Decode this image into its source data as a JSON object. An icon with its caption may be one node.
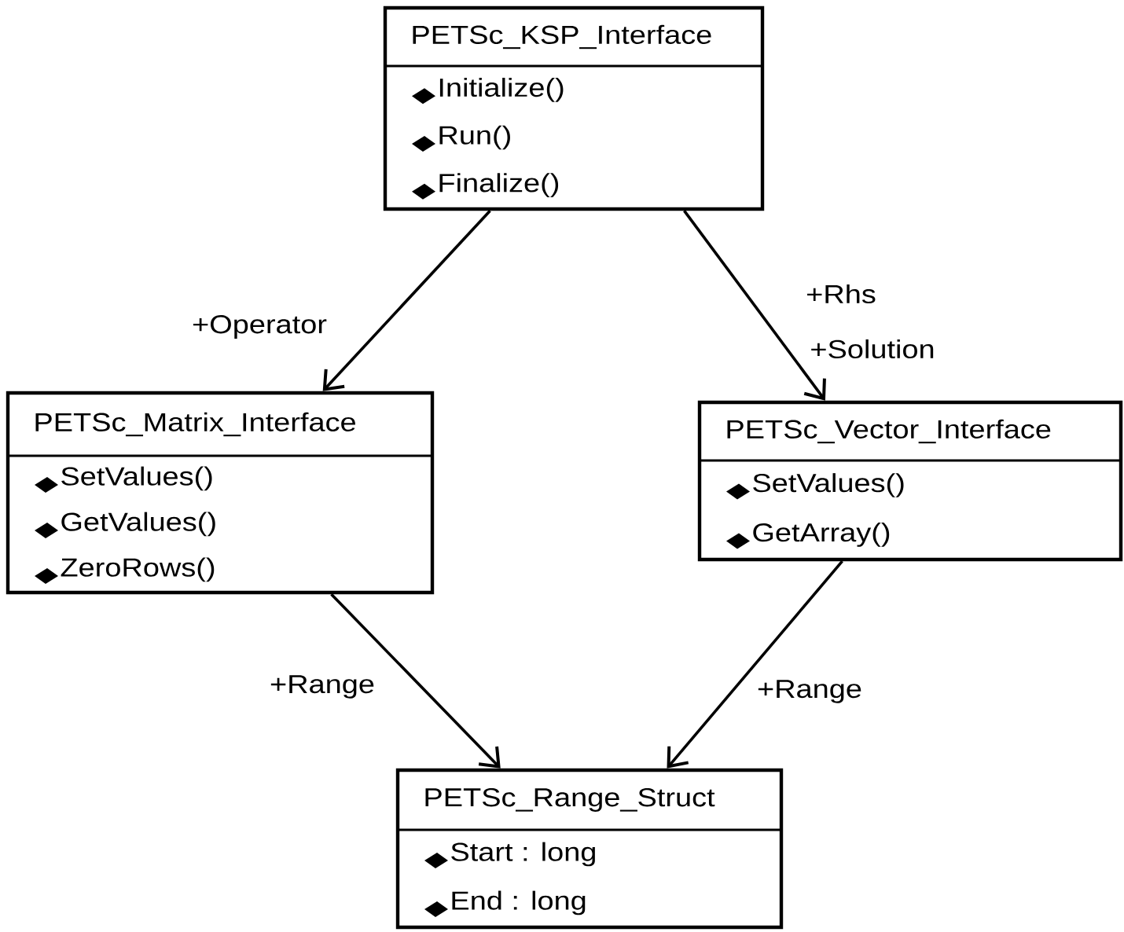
{
  "diagram": {
    "nodes": [
      {
        "text": [
          "PETSc_KSP_Interface",
          "Initialize()",
          "Run()",
          "Finalize()"
        ]
      },
      {
        "text": [
          "PETSc_Matrix_Interface",
          "SetValues()",
          "GetValues()",
          "ZeroRows()"
        ]
      },
      {
        "text": [
          "PETSc_Vector_Interface",
          "SetValues()",
          "GetArray()"
        ]
      },
      {
        "text": [
          "PETSc_Range_Struct",
          "Start : long",
          "End : long"
        ]
      }
    ],
    "edges": [
      {
        "from": 0,
        "to": 1,
        "arrow": "to",
        "label": "+Operator"
      },
      {
        "from": 0,
        "to": 2,
        "arrow": "to",
        "label": "+Rhs"
      },
      {
        "from": 1,
        "to": 3,
        "arrow": "to",
        "label": "+Range"
      },
      {
        "from": 2,
        "to": 3,
        "arrow": "to",
        "label": "+Range"
      }
    ],
    "labels": [
      "+Solution"
    ]
  }
}
